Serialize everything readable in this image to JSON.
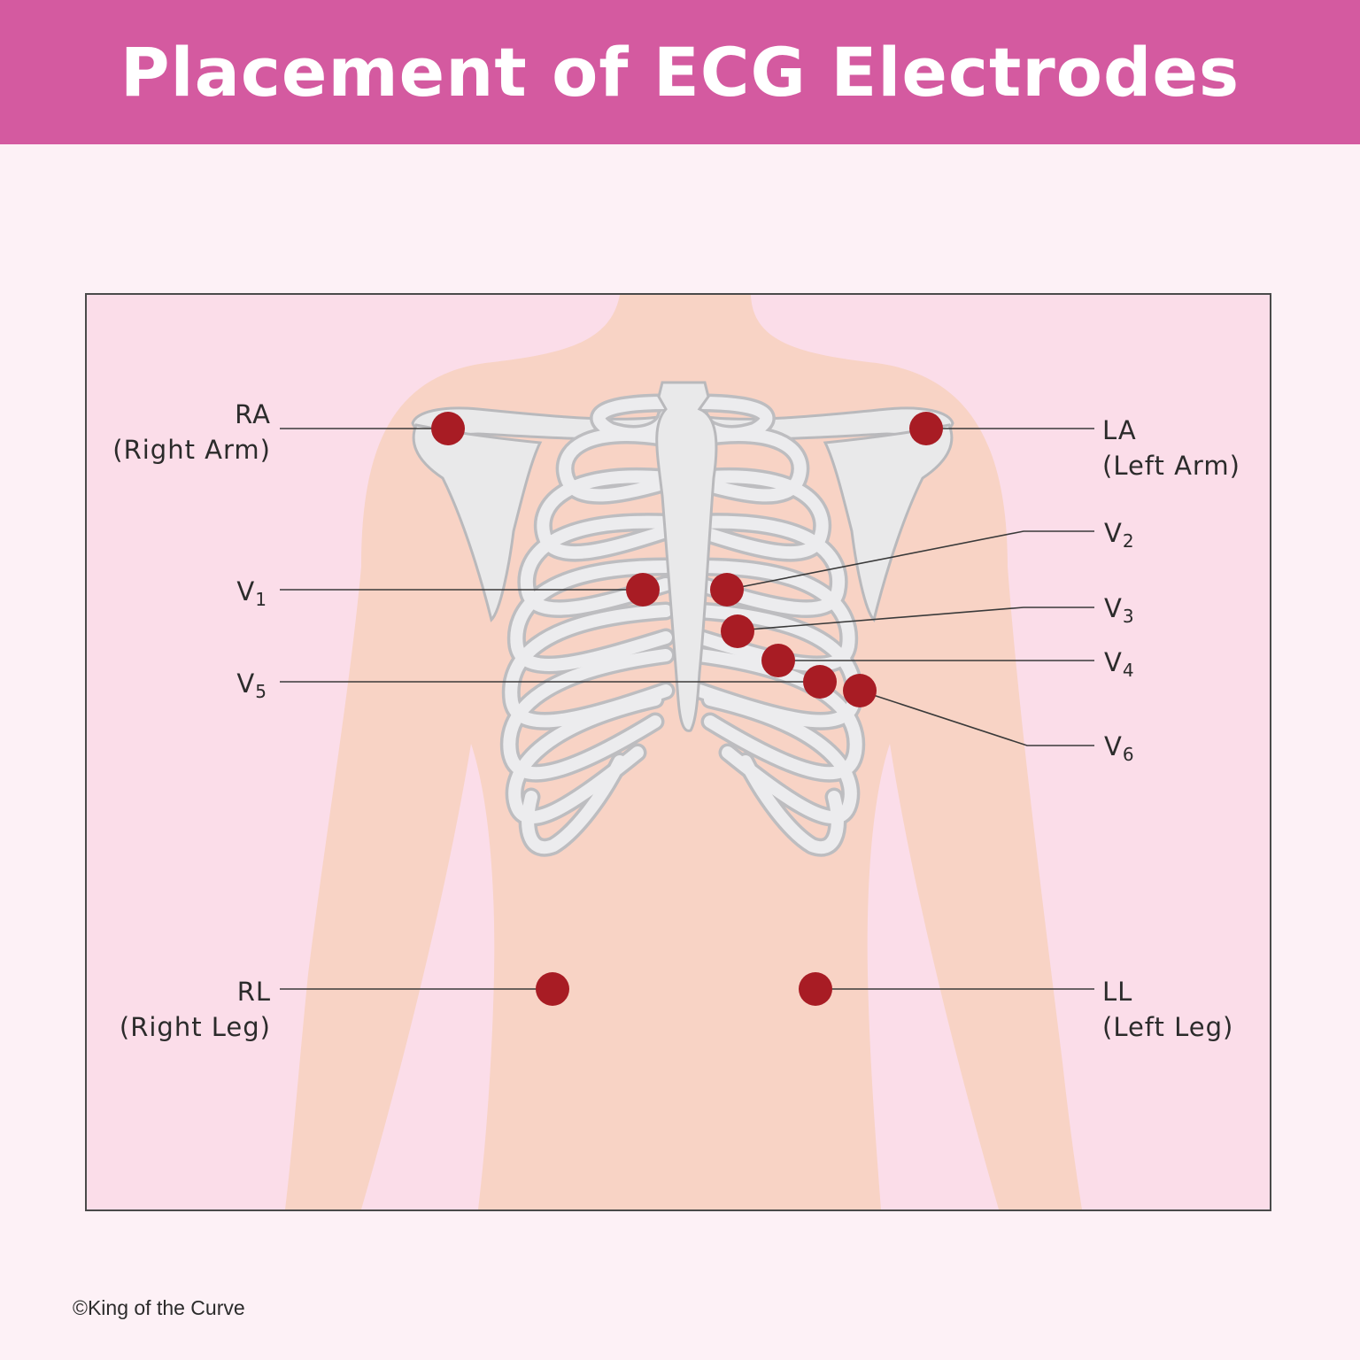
{
  "title": "Placement of ECG Electrodes",
  "credit": "©King of the Curve",
  "colors": {
    "banner": "#d45aa0",
    "background": "#fdf1f6",
    "panel": "#fbdde9",
    "skin": "#f8d3c5",
    "bone": "#e9e9ea",
    "electrode": "#a81c24"
  },
  "labels": {
    "ra": {
      "code": "RA",
      "name": "(Right Arm)"
    },
    "la": {
      "code": "LA",
      "name": "(Left Arm)"
    },
    "rl": {
      "code": "RL",
      "name": "(Right Leg)"
    },
    "ll": {
      "code": "LL",
      "name": "(Left Leg)"
    },
    "v1": {
      "letter": "V",
      "sub": "1"
    },
    "v2": {
      "letter": "V",
      "sub": "2"
    },
    "v3": {
      "letter": "V",
      "sub": "3"
    },
    "v4": {
      "letter": "V",
      "sub": "4"
    },
    "v5": {
      "letter": "V",
      "sub": "5"
    },
    "v6": {
      "letter": "V",
      "sub": "6"
    }
  }
}
